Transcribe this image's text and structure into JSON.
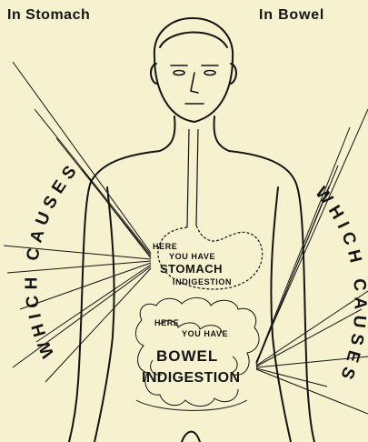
{
  "captions": {
    "left": "In Stomach",
    "right": "In Bowel"
  },
  "side_text": {
    "left": "WHICH CAUSES",
    "right": "WHICH CAUSES"
  },
  "stomach_label": {
    "line1": "HERE",
    "line2": "YOU HAVE",
    "line3": "STOMACH",
    "line4": "INDIGESTION"
  },
  "bowel_label": {
    "line1": "HERE",
    "line2": "YOU HAVE",
    "line3": "BOWEL",
    "line4": "INDIGESTION"
  },
  "colors": {
    "paper": "#f6f1cf",
    "ink": "#141414"
  }
}
